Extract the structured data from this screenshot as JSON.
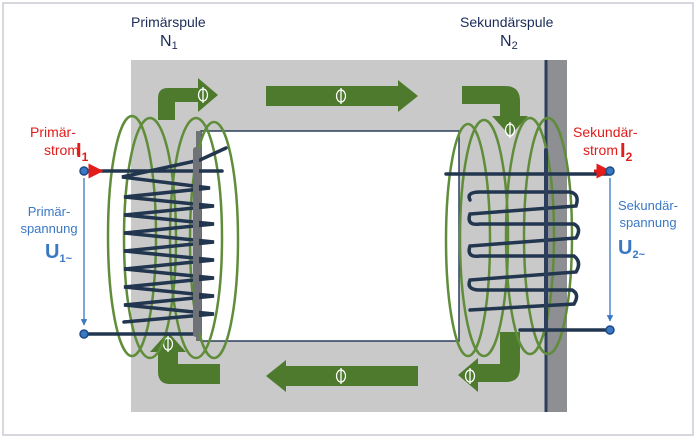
{
  "primary": {
    "coil_name": "Primärspule",
    "turns_symbol": "N",
    "turns_index": "1",
    "current_label_line1": "Primär-",
    "current_label_line2": "strom",
    "current_symbol": "I",
    "current_index": "1",
    "voltage_label_line1": "Primär-",
    "voltage_label_line2": "spannung",
    "voltage_symbol": "U",
    "voltage_index": "1~"
  },
  "secondary": {
    "coil_name": "Sekundärspule",
    "turns_symbol": "N",
    "turns_index": "2",
    "current_label_line1": "Sekundär-",
    "current_label_line2": "strom",
    "current_symbol": "I",
    "current_index": "2",
    "voltage_label_line1": "Sekundär-",
    "voltage_label_line2": "spannung",
    "voltage_symbol": "U",
    "voltage_index": "2~"
  },
  "flux_symbol": "Φ",
  "colors": {
    "core": "#c9c9c9",
    "core_edge": "#2b3f5c",
    "flux_arrow": "#4e7a2e",
    "coil_ring": "#5f8d3a",
    "winding": "#22364f",
    "current": "#e21b1b",
    "voltage": "#3a78c4"
  }
}
